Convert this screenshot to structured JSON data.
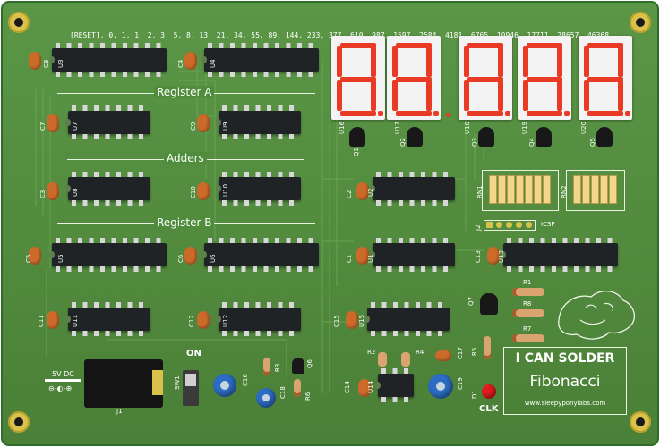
{
  "title_text": "I CAN SOLDER",
  "subtitle_text": "Fibonacci",
  "site_text": "www.sleepyponylabs.com",
  "sequence_label": "[RESET], 0, 1, 1, 2, 3, 5, 8, 13, 21, 34, 55, 89, 144, 233, 377, 610, 987, 1597, 2584, 4181, 6765, 10946, 17711, 28657, 46368",
  "section_register_a": "Register A",
  "section_adders": "Adders",
  "section_register_b": "Register B",
  "power_label": "5V DC",
  "switch_label": "ON",
  "clk_label": "CLK",
  "icsp_label": "ICSP",
  "ref": {
    "c8": "C8",
    "c4": "C4",
    "c7": "C7",
    "c9": "C9",
    "c3": "C3",
    "c10": "C10",
    "c2": "C2",
    "c5": "C5",
    "c6": "C6",
    "c1": "C1",
    "c13": "C13",
    "c11": "C11",
    "c12": "C12",
    "c15": "C15",
    "c14": "C14",
    "c16": "C16",
    "c17": "C17",
    "c18": "C18",
    "c19": "C19",
    "u3": "U3",
    "u4": "U4",
    "u7": "U7",
    "u9": "U9",
    "u8": "U8",
    "u10": "U10",
    "u2": "U2",
    "u5": "U5",
    "u6": "U6",
    "u1": "U1",
    "u13": "U13",
    "u11": "U11",
    "u12": "U12",
    "u15": "U15",
    "u14": "U14",
    "u16": "U16",
    "u17": "U17",
    "u18": "U18",
    "u19": "U19",
    "u20": "U20",
    "q1": "Q1",
    "q2": "Q2",
    "q3": "Q3",
    "q4": "Q4",
    "q5": "Q5",
    "q6": "Q6",
    "q7": "Q7",
    "r1": "R1",
    "r2": "R2",
    "r3": "R3",
    "r4": "R4",
    "r5": "R5",
    "r6": "R6",
    "r7": "R7",
    "r8": "R8",
    "rn1": "RN1",
    "rn2": "RN2",
    "j1": "J1",
    "j2": "J2",
    "sw1": "SW1",
    "d1": "D1"
  },
  "colors": {
    "board": "#4e8a3a",
    "board_edge": "#2f6b2a",
    "silkscreen": "#ffffff",
    "chip": "#1f2326",
    "segment_on": "#e83a24",
    "capacitor": "#cc6a2a"
  }
}
